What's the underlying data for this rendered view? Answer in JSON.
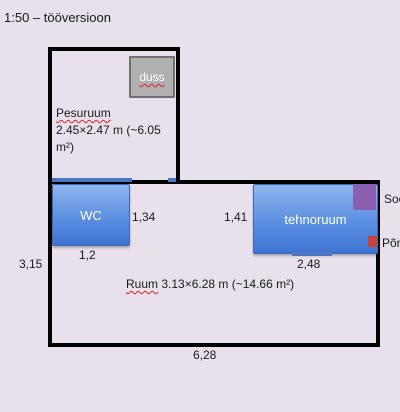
{
  "scale_label": "1:50 – tööversioon",
  "rooms": {
    "pesuruum": {
      "name": "Pesuruum",
      "dimensions_line1": " 2.45×2.47 m (~6.05",
      "dimensions_line2": "m²)"
    },
    "ruum": {
      "name": "Ruum",
      "dimensions": " 3.13×6.28 m (~14.66 m²)"
    }
  },
  "fixtures": {
    "duss": "duss",
    "wc": "WC",
    "tehnoruum": "tehnoruum",
    "soe_label": "Soe",
    "pon_label": "Põn"
  },
  "dimensions": {
    "wc_height": "1,34",
    "wc_width": "1,2",
    "tehno_height": "1,41",
    "tehno_width": "2,48",
    "room_height": "3,15",
    "room_width": "6,28"
  },
  "colors": {
    "wall": "#000000",
    "fixture_blue": "#5b8fe0",
    "soe_purple": "#8a5fb0",
    "pon_red": "#c8443a",
    "duss_gray": "#b0b0b0",
    "background": "#e8e1ec"
  }
}
